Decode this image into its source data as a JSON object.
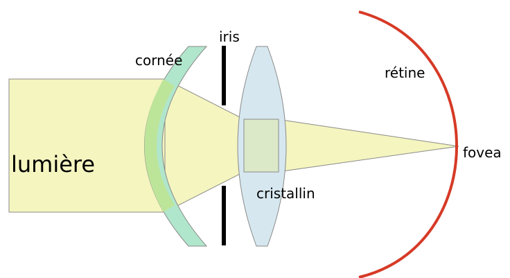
{
  "labels": {
    "light": "lumière",
    "cornea": "cornée",
    "iris": "iris",
    "retina": "rétine",
    "lens": "cristallin",
    "fovea": "fovea"
  },
  "colors": {
    "light_beam": "#f5f5c0",
    "cornea": "#b0e6cc",
    "cornea_overlap": "#bde59a",
    "lens": "#d6e7ef",
    "lens_overlap": "#dce9c8",
    "retina": "#d63a26",
    "iris": "#000000",
    "outline": "#8a8a8a"
  }
}
